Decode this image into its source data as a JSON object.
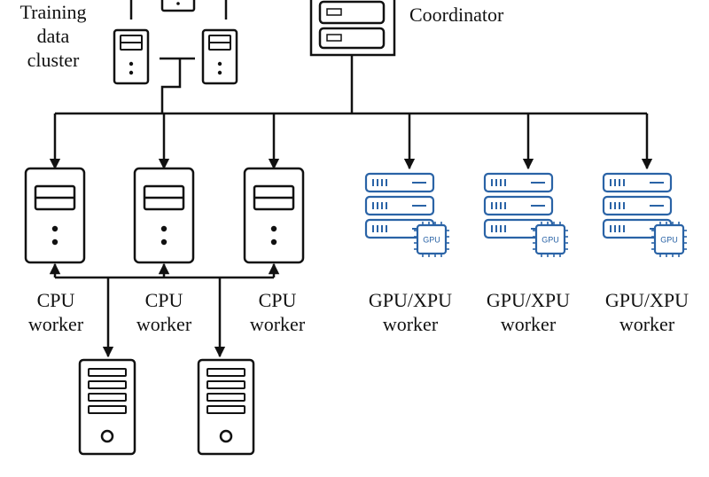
{
  "colors": {
    "line": "#111111",
    "accelerator": "#2a63a6",
    "background": "#ffffff"
  },
  "icons": {
    "cpu_worker": "tower-server-icon",
    "accelerator_worker": "gpu-server-icon",
    "storage": "storage-server-icon",
    "coordinator": "rack-server-icon"
  },
  "labels": {
    "training_cluster": [
      "Training",
      "data",
      "cluster"
    ],
    "coordinator": "Coordinator",
    "cpu_workers": [
      [
        "CPU",
        "worker"
      ],
      [
        "CPU",
        "worker"
      ],
      [
        "CPU",
        "worker"
      ]
    ],
    "accelerator_workers": [
      [
        "GPU/XPU",
        "worker"
      ],
      [
        "GPU/XPU",
        "worker"
      ],
      [
        "GPU/XPU",
        "worker"
      ]
    ],
    "chip_text": "GPU"
  }
}
